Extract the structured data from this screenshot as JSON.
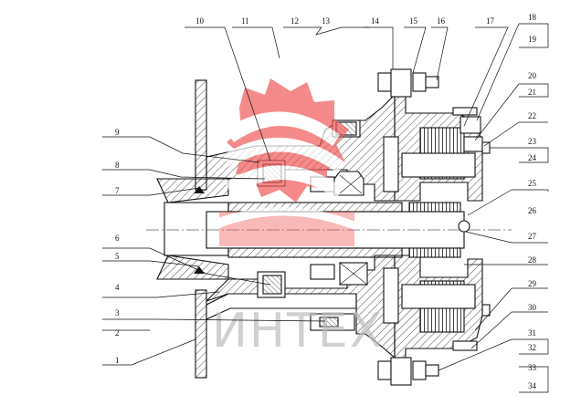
{
  "watermark": {
    "text": "ИНТЕХ",
    "logo_color": "#f05a5a",
    "text_color": "#bdbdbd"
  },
  "callouts": [
    {
      "id": "1",
      "text": "1"
    },
    {
      "id": "2",
      "text": "2"
    },
    {
      "id": "3",
      "text": "3"
    },
    {
      "id": "4",
      "text": "4"
    },
    {
      "id": "5",
      "text": "5"
    },
    {
      "id": "6",
      "text": "6"
    },
    {
      "id": "7",
      "text": "7"
    },
    {
      "id": "8",
      "text": "8"
    },
    {
      "id": "9",
      "text": "9"
    },
    {
      "id": "10",
      "text": "10"
    },
    {
      "id": "11",
      "text": "11"
    },
    {
      "id": "12",
      "text": "12"
    },
    {
      "id": "13",
      "text": "13"
    },
    {
      "id": "14",
      "text": "14"
    },
    {
      "id": "15",
      "text": "15"
    },
    {
      "id": "16",
      "text": "16"
    },
    {
      "id": "17",
      "text": "17"
    },
    {
      "id": "18",
      "text": "18"
    },
    {
      "id": "19",
      "text": "19"
    },
    {
      "id": "20",
      "text": "20"
    },
    {
      "id": "21",
      "text": "21"
    },
    {
      "id": "22",
      "text": "22"
    },
    {
      "id": "23",
      "text": "23"
    },
    {
      "id": "24",
      "text": "24"
    },
    {
      "id": "25",
      "text": "25"
    },
    {
      "id": "26",
      "text": "26"
    },
    {
      "id": "27",
      "text": "27"
    },
    {
      "id": "28",
      "text": "28"
    },
    {
      "id": "29",
      "text": "29"
    },
    {
      "id": "30",
      "text": "30"
    },
    {
      "id": "31",
      "text": "31"
    },
    {
      "id": "32",
      "text": "32"
    },
    {
      "id": "33",
      "text": "33"
    },
    {
      "id": "34",
      "text": "34"
    }
  ]
}
